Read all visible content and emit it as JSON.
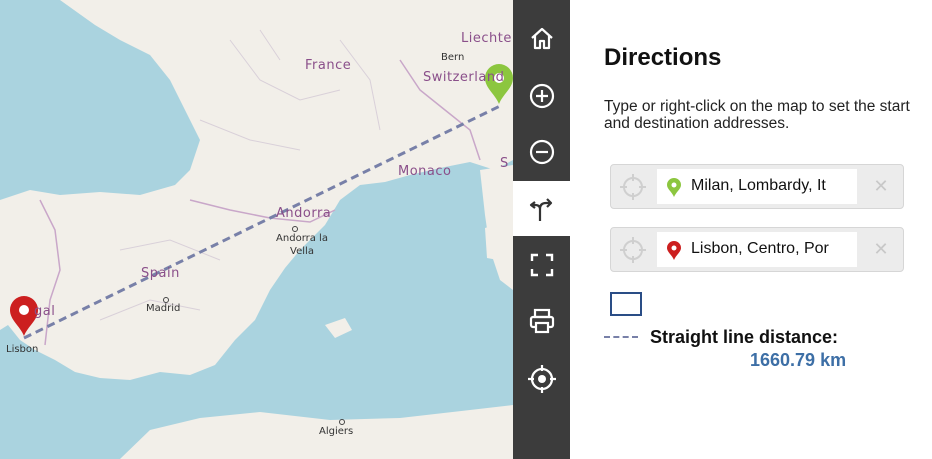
{
  "map": {
    "labels": {
      "france": "France",
      "spain": "Spain",
      "andorra": "Andorra",
      "portugal_partial": "gal",
      "monaco": "Monaco",
      "switzerland": "Switzerland",
      "liechtenstein_partial": "Liechte",
      "bern": "Bern",
      "andorra_la_vella": "Andorra la Vella",
      "madrid": "Madrid",
      "lisbon": "Lisbon",
      "algiers": "Algiers",
      "s_partial": "S"
    },
    "route_color": "#7880a8",
    "start_marker_color": "#8cc63f",
    "end_marker_color": "#cc1f1f"
  },
  "toolbar": {
    "icons": [
      "home-icon",
      "zoom-in-icon",
      "zoom-out-icon",
      "directions-icon",
      "fullscreen-icon",
      "print-icon",
      "locate-icon"
    ],
    "active": "directions-icon"
  },
  "panel": {
    "title": "Directions",
    "instructions": "Type or right-click on the map to set the start and destination addresses.",
    "start": {
      "value": "Milan, Lombardy, It",
      "clear": "✕"
    },
    "destination": {
      "value": "Lisbon, Centro, Por",
      "clear": "✕"
    },
    "distance_label": "Straight line distance:",
    "distance_value": "1660.79 km",
    "accent": "#3d6fa6"
  }
}
